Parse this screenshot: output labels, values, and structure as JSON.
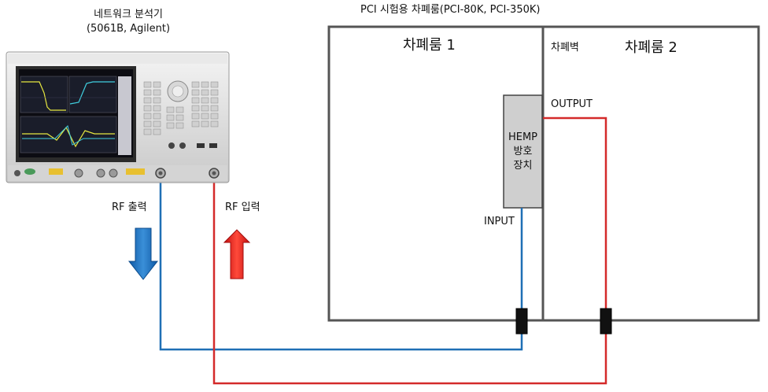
{
  "analyzer": {
    "name": "네트워크 분석기",
    "model": "(5061B, Agilent)"
  },
  "chamber_system": {
    "title": "PCI 시험용 차폐룸(PCI-80K, PCI-350K)"
  },
  "rooms": {
    "room1": "차폐룸 1",
    "room2": "차폐룸 2",
    "wall": "차폐벽"
  },
  "device": {
    "line1": "HEMP",
    "line2": "방호",
    "line3": "장치"
  },
  "ports": {
    "input": "INPUT",
    "output": "OUTPUT",
    "rf_out": "RF 출력",
    "rf_in": "RF 입력"
  },
  "colors": {
    "blue_line": "#1f6fb5",
    "red_line": "#d42a2a",
    "blue_arrow": "#1668b8",
    "red_arrow": "#e0191b",
    "wall": "#555555",
    "device_fill": "#cfcfcf"
  }
}
